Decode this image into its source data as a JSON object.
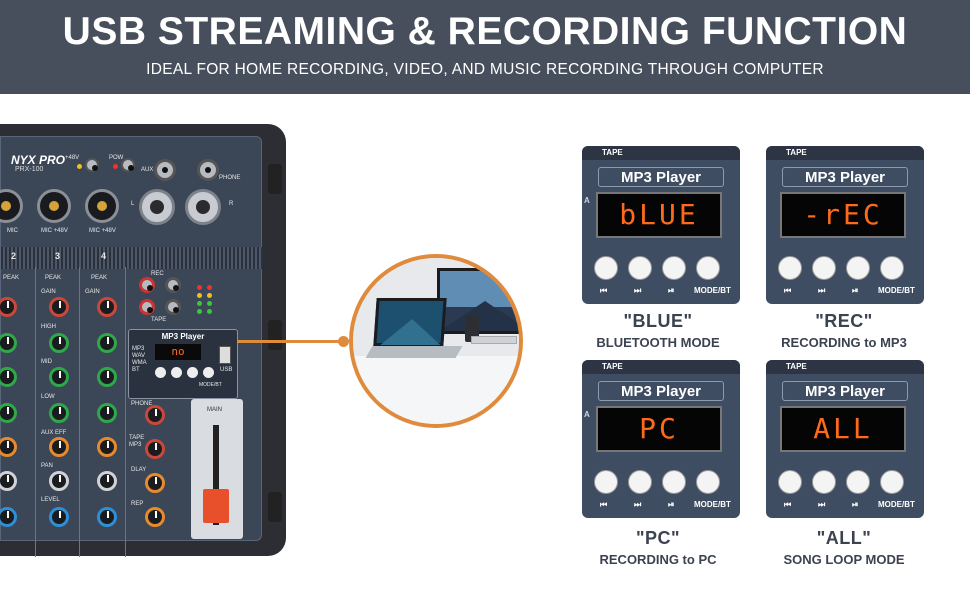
{
  "header": {
    "title": "USB STREAMING & RECORDING FUNCTION",
    "subtitle": "IDEAL FOR HOME RECORDING, VIDEO, AND MUSIC RECORDING THROUGH COMPUTER"
  },
  "mixer": {
    "brand": "NYX PRO",
    "model": "PRX-100",
    "labels": {
      "phantom": "+48V",
      "pow": "POW",
      "aux": "AUX",
      "phone": "PHONE",
      "mic": "MIC",
      "mic48": "MIC +48V",
      "peak": "PEAK",
      "gain": "GAIN",
      "high": "HIGH",
      "mid": "MID",
      "low": "LOW",
      "aux_eff": "AUX EFF",
      "pan": "PAN",
      "level": "LEVEL",
      "rec": "REC",
      "tape": "TAPE",
      "usb": "USB",
      "phones": "PHONE",
      "tape_mp3": "TAPE MP3",
      "dlay": "DLAY",
      "rep": "REP",
      "main": "MAIN",
      "mode_bt": "MODE/BT",
      "ch2": "2",
      "ch3": "3",
      "ch4": "4",
      "l": "L",
      "r": "R"
    },
    "mp3": {
      "title": "MP3 Player",
      "display": "no",
      "formats": "MP3\nWAV\nWMA\nBT"
    }
  },
  "modules": [
    {
      "tape": "TAPE",
      "head": "MP3 Player",
      "display": "bLUE",
      "mode": "\"BLUE\"",
      "desc": "BLUETOOTH MODE",
      "side": "A"
    },
    {
      "tape": "TAPE",
      "head": "MP3 Player",
      "display": "-rEC",
      "mode": "\"REC\"",
      "desc": "RECORDING to MP3",
      "side": ""
    },
    {
      "tape": "TAPE",
      "head": "MP3 Player",
      "display": "PC",
      "mode": "\"PC\"",
      "desc": "RECORDING to PC",
      "side": "A"
    },
    {
      "tape": "TAPE",
      "head": "MP3 Player",
      "display": "ALL",
      "mode": "\"ALL\"",
      "desc": "SONG LOOP MODE",
      "side": ""
    }
  ],
  "module_buttons": {
    "prev": "⏮",
    "next": "⏭",
    "play": "⏯",
    "mode": "MODE/BT"
  },
  "colors": {
    "header_bg": "#474f5c",
    "accent_orange": "#e08a3c",
    "display_led": "#ff6a1a",
    "caption_text": "#3b4250"
  }
}
